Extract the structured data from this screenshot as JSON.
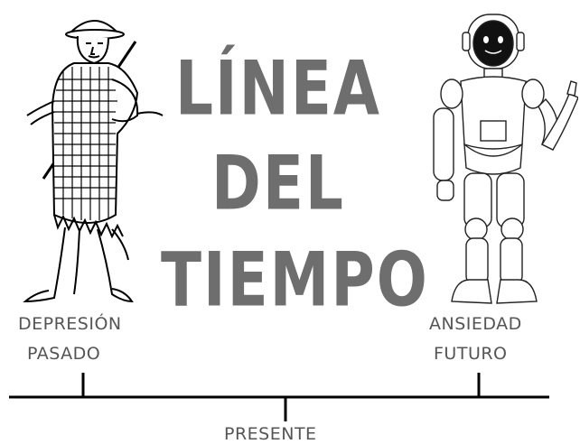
{
  "title": {
    "line1": "LÍNEA",
    "line2": "DEL",
    "line3": "TIEMPO"
  },
  "past": {
    "emotion": "DEPRESIÓN",
    "label": "PASADO",
    "figure_icon": "medieval-soldier-icon"
  },
  "future": {
    "emotion": "ANSIEDAD",
    "label": "FUTURO",
    "figure_icon": "robot-icon"
  },
  "present": {
    "label": "PRESENTE"
  },
  "colors": {
    "title": "#6e6e6e",
    "text": "#555555",
    "line": "#000000"
  }
}
